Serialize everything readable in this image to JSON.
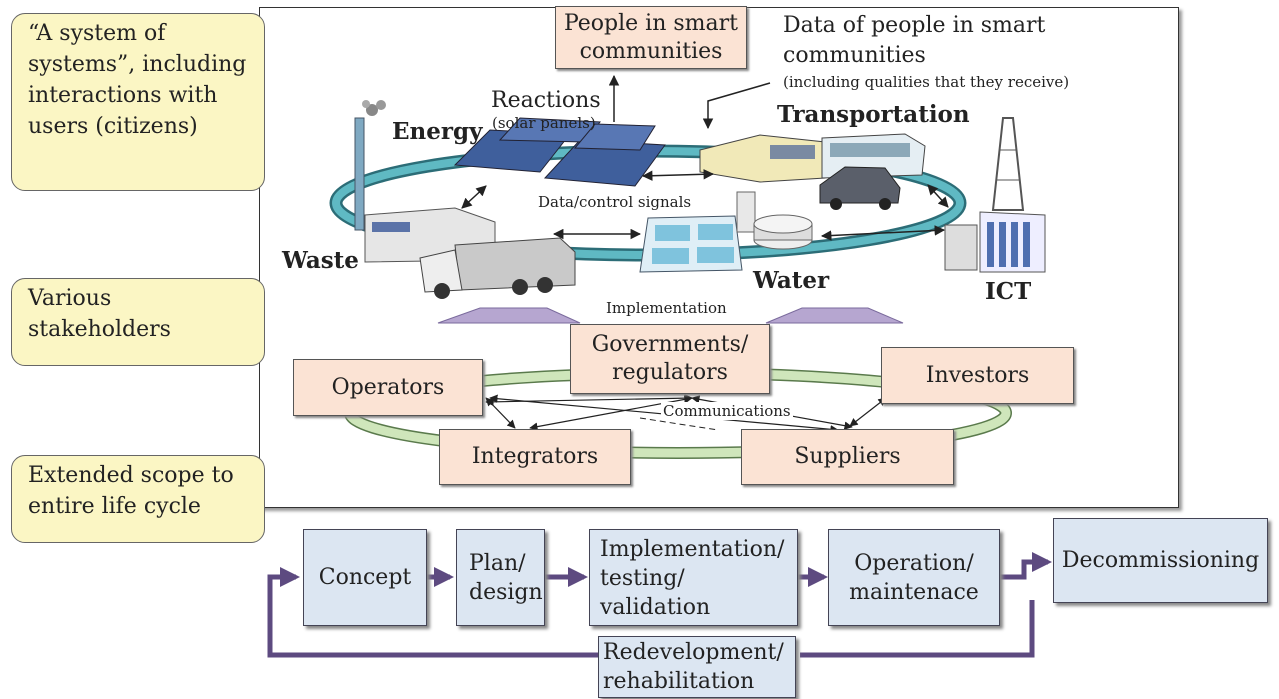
{
  "callouts": {
    "system": "“A system of systems”, including interactions with users (citizens)",
    "stakeholders": "Various stakeholders",
    "lifecycle": "Extended scope to entire life cycle"
  },
  "top": {
    "people_box": "People in smart communities",
    "data_people": "Data of people in smart communities",
    "data_people_note": "(including qualities that they receive)",
    "reactions": "Reactions",
    "reactions_note": "(solar panels)",
    "data_control": "Data/control signals",
    "implementation": "Implementation"
  },
  "sectors": {
    "energy": "Energy",
    "transportation": "Transportation",
    "waste": "Waste",
    "water": "Water",
    "ict": "ICT"
  },
  "stakeholders": {
    "governments": "Governments/ regulators",
    "operators": "Operators",
    "investors": "Investors",
    "integrators": "Integrators",
    "suppliers": "Suppliers",
    "communications": "Communications"
  },
  "lifecycle": {
    "concept": "Concept",
    "plan": "Plan/ design",
    "implementation": "Implementation/ testing/ validation",
    "operation": "Operation/ maintenace",
    "decommissioning": "Decommissioning",
    "redevelopment": "Redevelopment/ rehabilitation"
  },
  "colors": {
    "callout_fill": "#fbf6c4",
    "stakeholder_fill": "#fbe3d4",
    "lifecycle_fill": "#dce6f2",
    "lifecycle_arrow": "#5d4a80",
    "ring_teal": "#3f9aa6",
    "ring_green": "#c8e3b4",
    "impl_arrow": "#b6a6d0"
  }
}
